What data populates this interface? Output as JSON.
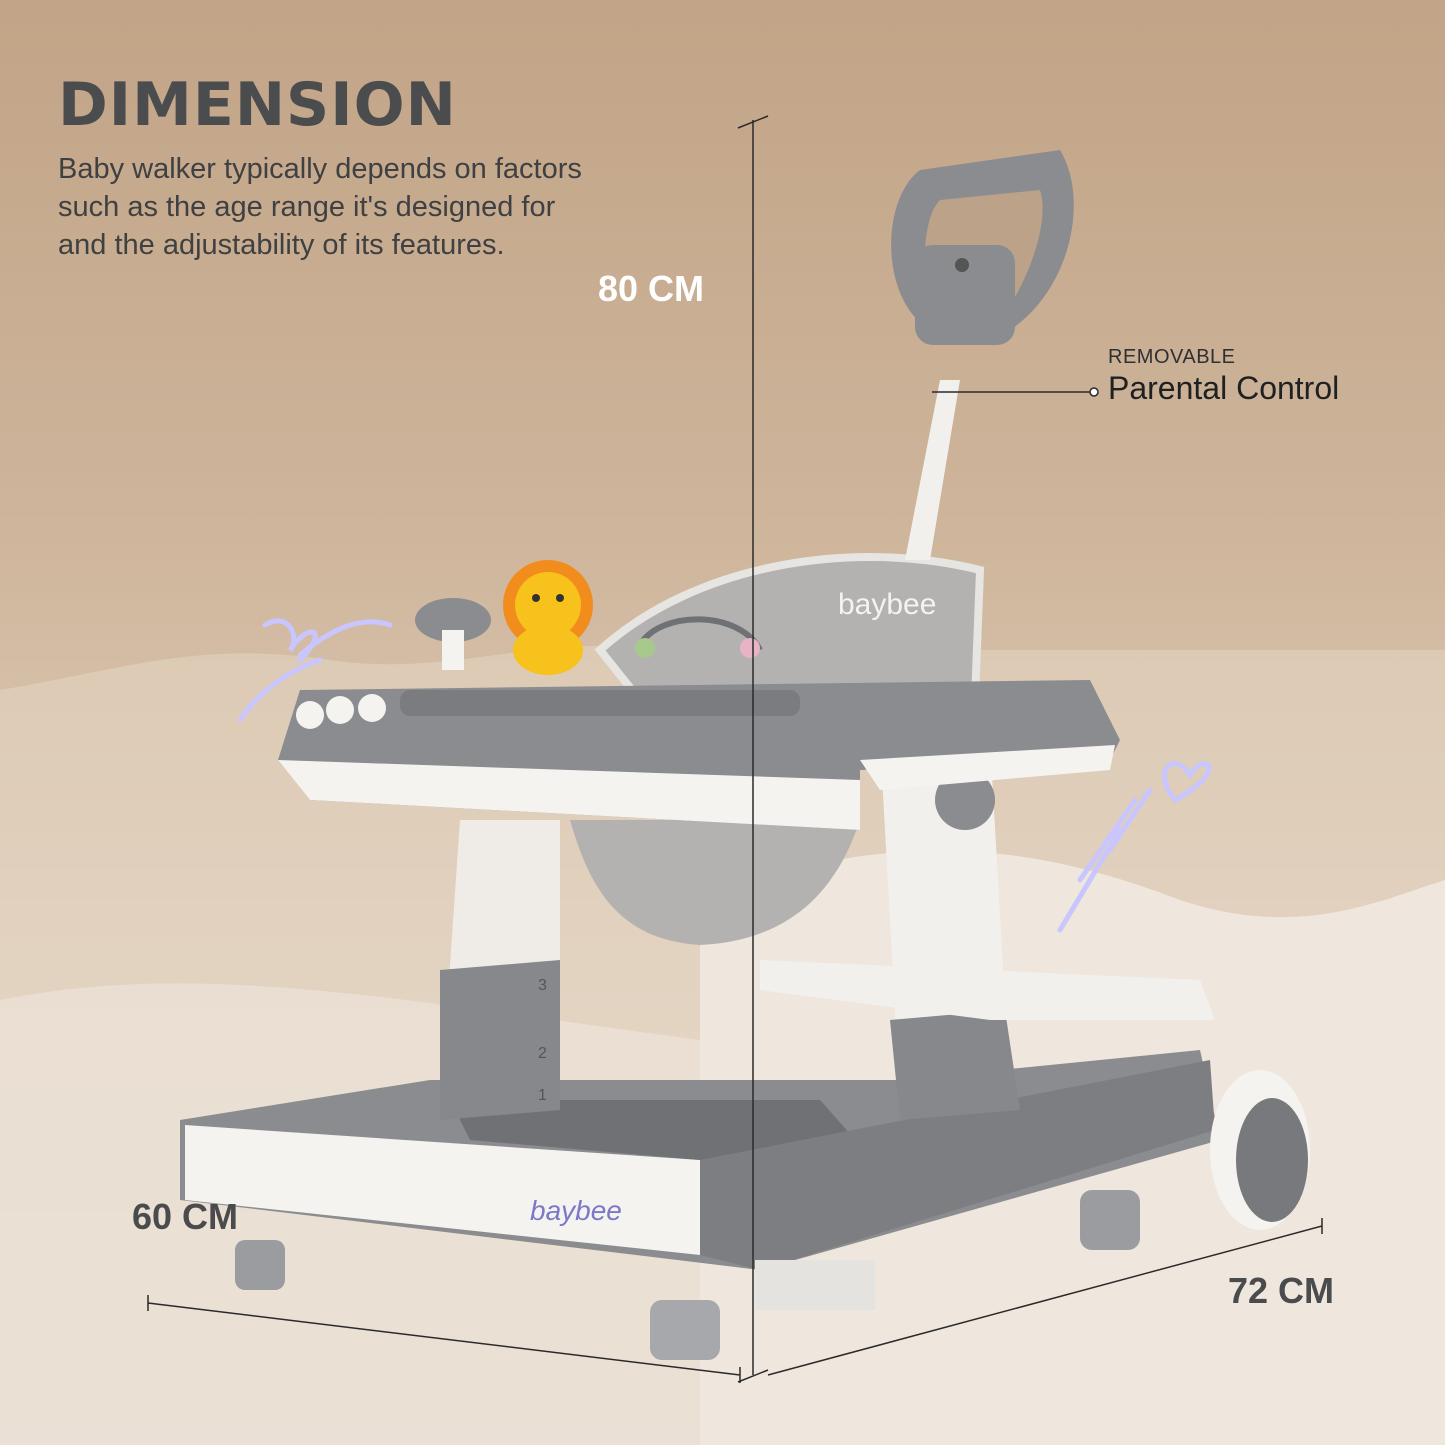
{
  "heading": "DIMENSION",
  "description": "Baby walker typically depends on factors such as the age range it's designed for and the adjustability of its features.",
  "dimensions": {
    "height": "80 CM",
    "width": "60 CM",
    "depth": "72 CM"
  },
  "callout": {
    "small": "REMOVABLE",
    "large": "Parental Control"
  },
  "brand": {
    "seat_logo": "baybee",
    "base_logo": "baybee"
  },
  "height_markings": [
    "3",
    "2",
    "1"
  ],
  "colors": {
    "walker_grey": "#8a8c8f",
    "walker_white": "#f4f3f0",
    "seat_grey": "#b3b2b1",
    "lion_yellow": "#f7c21b",
    "doodle_lavender": "#c9c6ff"
  }
}
